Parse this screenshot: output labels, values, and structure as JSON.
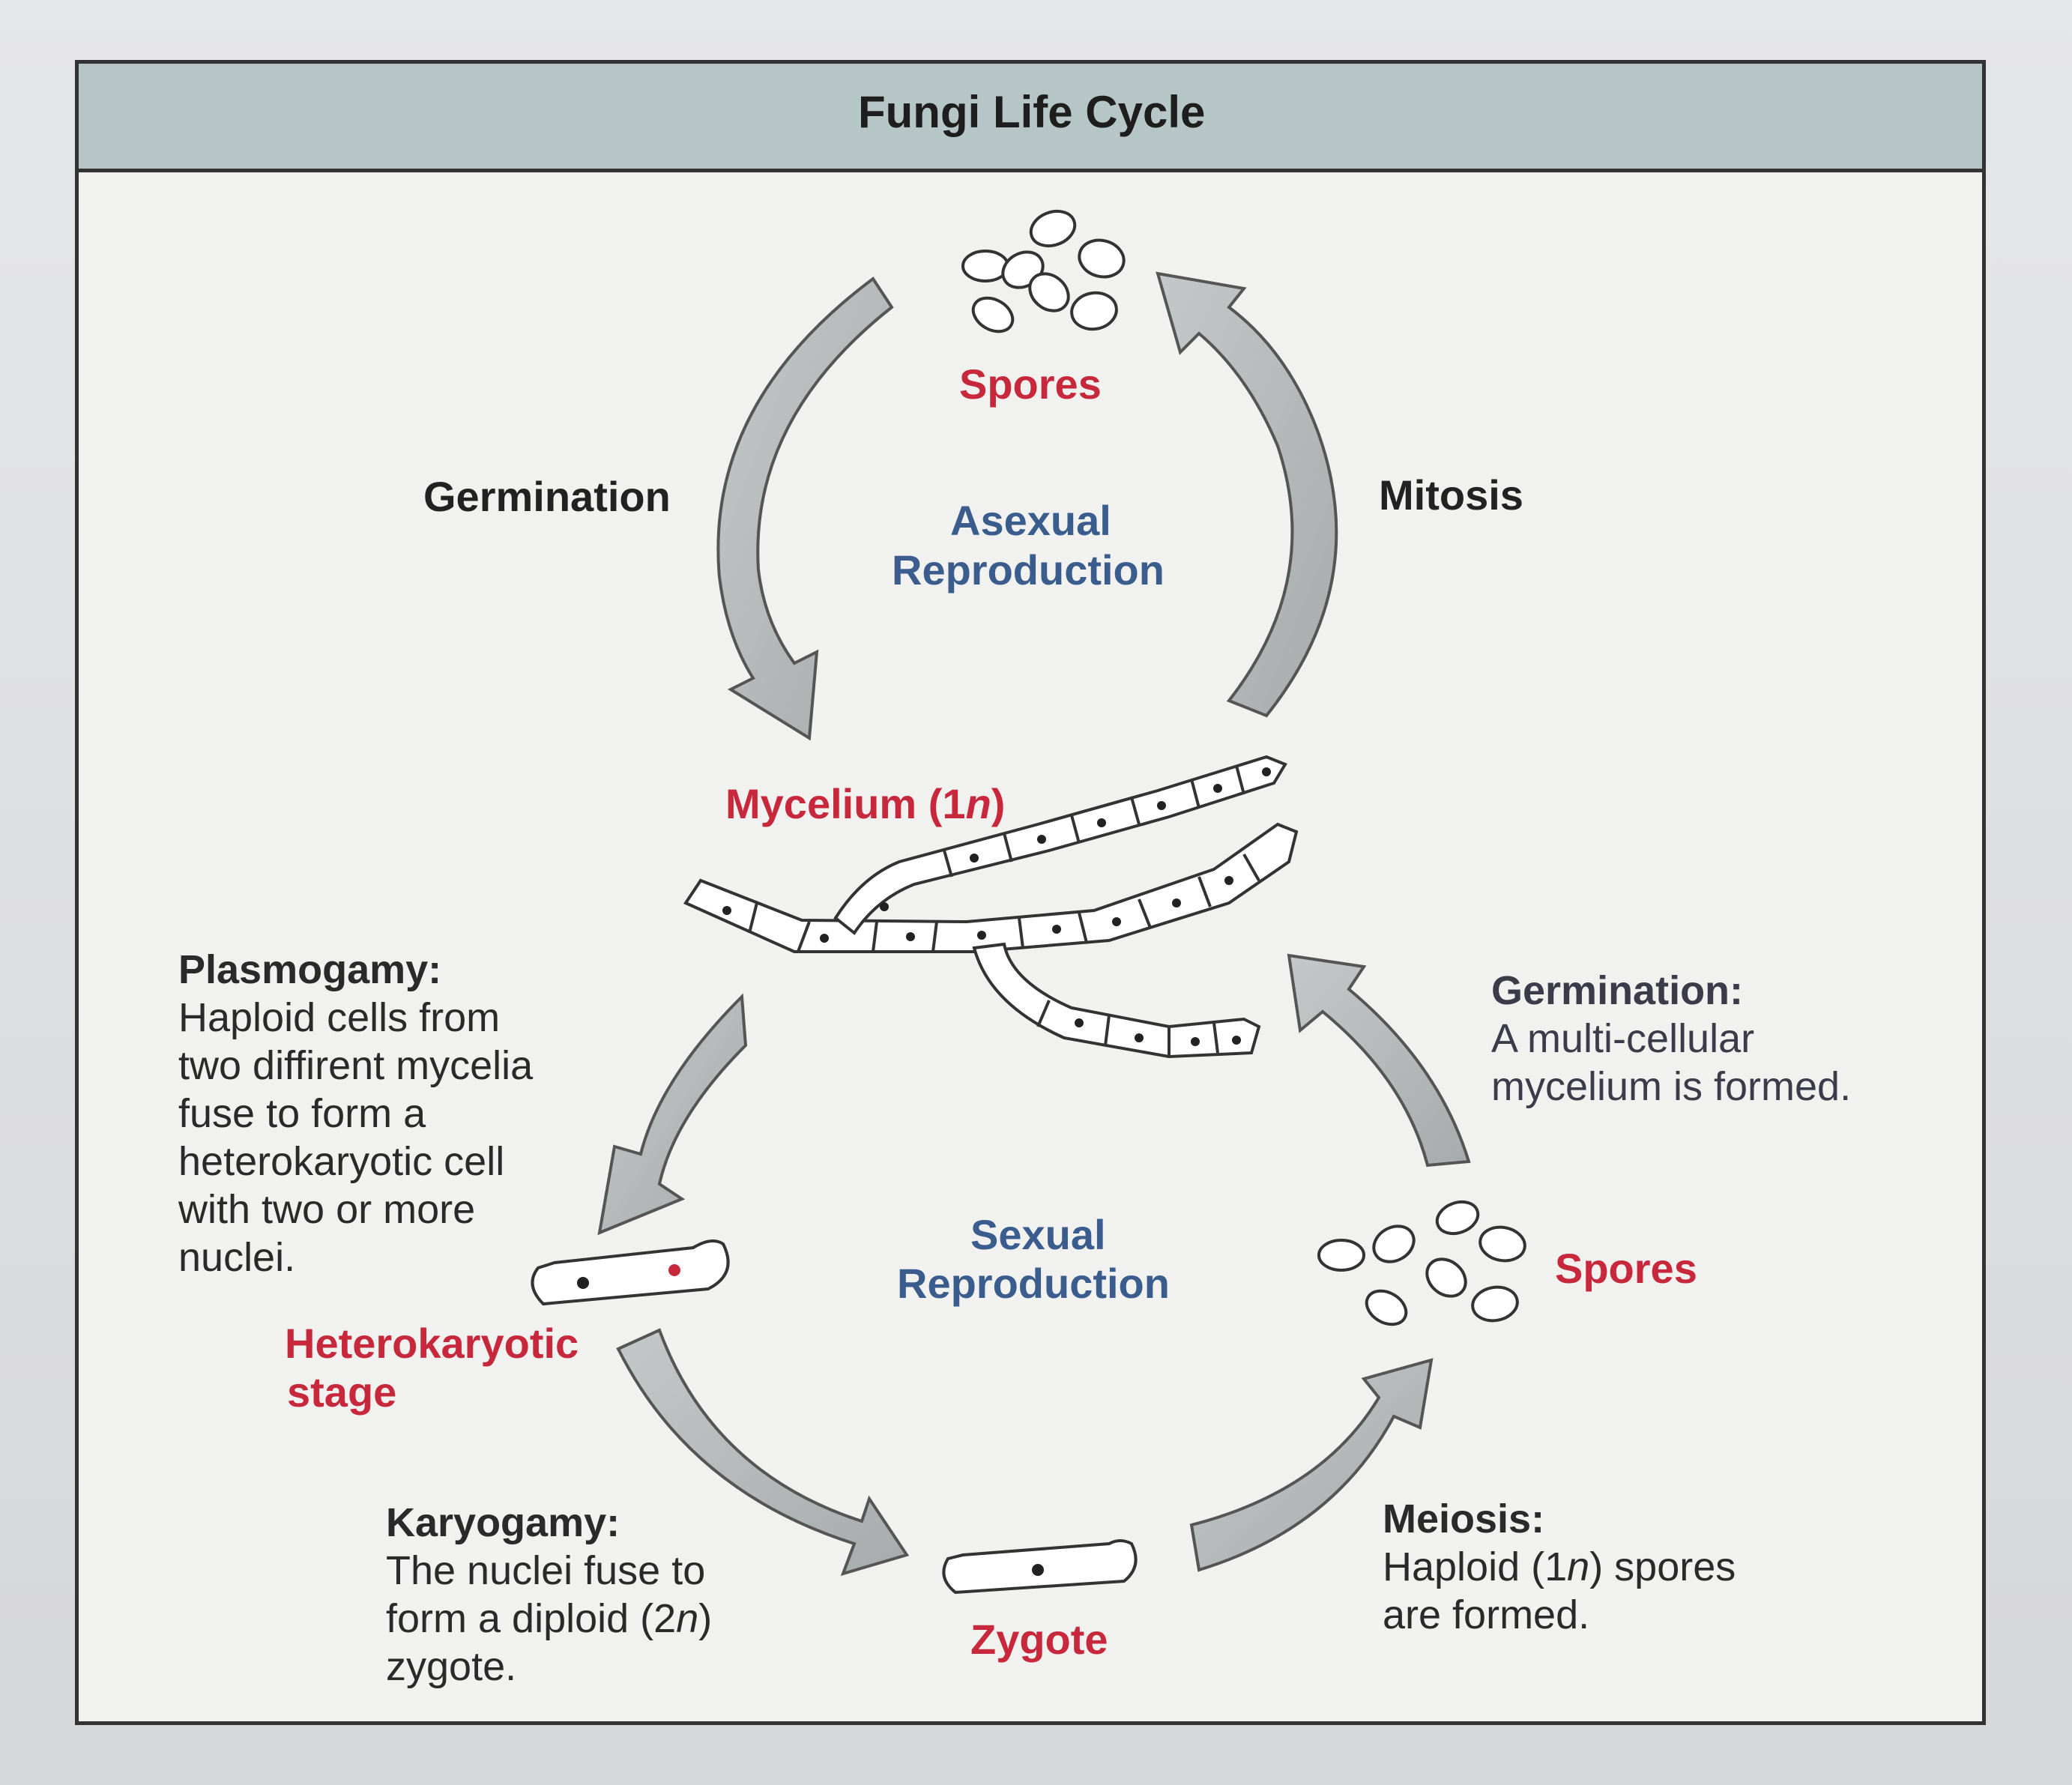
{
  "title": "Fungi Life Cycle",
  "asexual": {
    "spores_label": "Spores",
    "germination_label": "Germination",
    "mitosis_label": "Mitosis",
    "center_line1": "Asexual",
    "center_line2": "Reproduction"
  },
  "mycelium_label": "Mycelium (1",
  "mycelium_n": "n",
  "mycelium_close": ")",
  "sexual": {
    "center_line1": "Sexual",
    "center_line2": "Reproduction",
    "spores_label": "Spores",
    "heterokaryotic_line1": "Heterokaryotic",
    "heterokaryotic_line2": "stage",
    "zygote_label": "Zygote"
  },
  "plasmogamy": {
    "head": "Plasmogamy:",
    "lines": [
      "Haploid cells from",
      "two diffirent mycelia",
      "fuse to form a",
      "heterokaryotic cell",
      "with two or more",
      "nuclei."
    ]
  },
  "germination2": {
    "head": "Germination:",
    "lines": [
      "A multi-cellular",
      "mycelium is formed."
    ]
  },
  "karyogamy": {
    "head": "Karyogamy:",
    "line1": "The nuclei fuse to",
    "line2_a": "form a diploid (2",
    "line2_n": "n",
    "line2_b": ")",
    "line3": "zygote."
  },
  "meiosis": {
    "head": "Meiosis:",
    "line1_a": "Haploid (1",
    "line1_n": "n",
    "line1_b": ") spores",
    "line2": "are formed."
  },
  "colors": {
    "title_bar": "#b6c6c6",
    "red_label": "#c8283c",
    "blue_label": "#3a5d8e",
    "arrow_fill": "#b4b8b8"
  }
}
